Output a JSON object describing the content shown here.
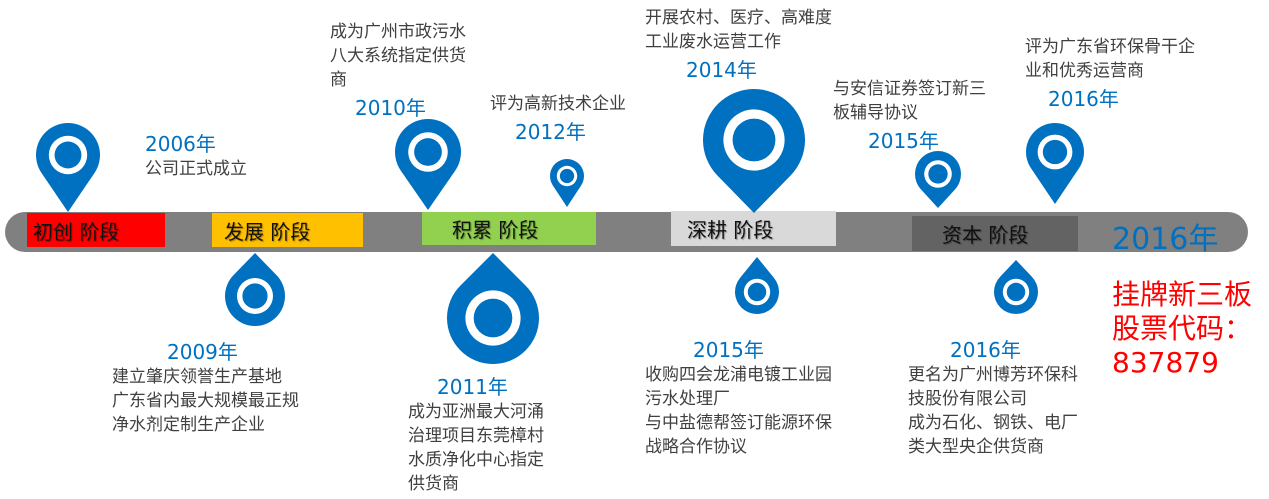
{
  "stages": [
    {
      "label": "初创 阶段",
      "color": "#ff0000"
    },
    {
      "label": "发展 阶段",
      "color": "#ffc000"
    },
    {
      "label": "积累 阶段",
      "color": "#92d050"
    },
    {
      "label": "深耕 阶段",
      "color": "#d9d9d9"
    },
    {
      "label": "资本 阶段",
      "color": "#636363"
    }
  ],
  "end_year": "2016年",
  "listing": {
    "lines": [
      "挂牌新三板",
      "股票代码：",
      "837879"
    ],
    "color": "#ff0000"
  },
  "accent_color": "#0070c0",
  "events_above": [
    {
      "year": "2006年",
      "lines": [
        "公司正式成立"
      ]
    },
    {
      "year": "2010年",
      "lines": [
        "成为广州市政污水",
        "八大系统指定供货",
        "商"
      ]
    },
    {
      "year": "2012年",
      "lines": [
        "评为高新技术企业"
      ]
    },
    {
      "year": "2014年",
      "lines": [
        "开展农村、医疗、高难度",
        "工业废水运营工作"
      ]
    },
    {
      "year": "2015年",
      "lines": [
        "与安信证券签订新三",
        "板辅导协议"
      ]
    },
    {
      "year": "2016年",
      "lines": [
        "评为广东省环保骨干企",
        "业和优秀运营商"
      ]
    }
  ],
  "events_below": [
    {
      "year": "2009年",
      "lines": [
        "建立肇庆领誉生产基地",
        "广东省内最大规模最正规",
        "净水剂定制生产企业"
      ]
    },
    {
      "year": "2011年",
      "lines": [
        "成为亚洲最大河涌",
        "治理项目东莞樟村",
        "水质净化中心指定",
        "供货商"
      ]
    },
    {
      "year": "2015年",
      "lines": [
        "收购四会龙浦电镀工业园",
        "污水处理厂",
        "与中盐德帮签订能源环保",
        "战略合作协议"
      ]
    },
    {
      "year": "2016年",
      "lines": [
        "更名为广州博芳环保科",
        "技股份有限公司",
        "成为石化、钢铁、电厂",
        "类大型央企供货商"
      ]
    }
  ]
}
